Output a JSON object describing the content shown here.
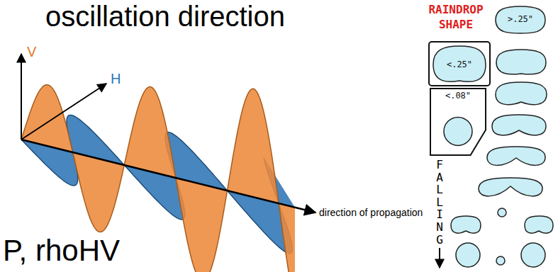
{
  "diagram": {
    "title": "oscillation direction",
    "nodes": [
      {
        "text": [
          ">.25\""
        ]
      },
      {
        "text": [
          "<.25\""
        ]
      },
      {
        "text": [
          "<.08\""
        ]
      }
    ],
    "labels": [
      "V",
      "H",
      "direction of propagation",
      "P, rhoHV",
      "RAINDROP SHAPE",
      "FALLING"
    ]
  }
}
